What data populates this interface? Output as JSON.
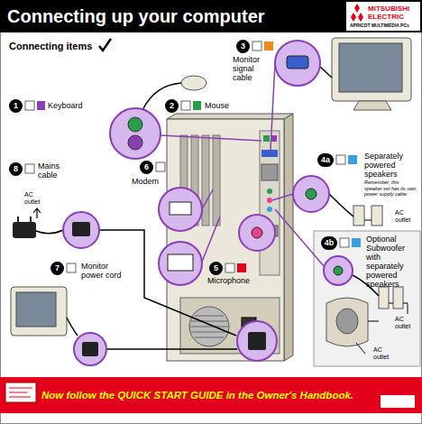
{
  "diagram": {
    "title": "Connecting up your computer",
    "caption": "Now follow the QUICK START GUIDE in the Owner's Handbook.",
    "labels": [
      "MITSUBISHI ELECTRIC",
      "APRICOT MULTIMEDIA PCs",
      "Connecting items",
      "3",
      "Monitor signal cable",
      "1",
      "Keyboard",
      "2",
      "Mouse",
      "4a",
      "Separately powered speakers",
      "Remember, this speaker set has its own power supply cable.",
      "AC outlet",
      "8",
      "Mains cable",
      "AC outlet",
      "6",
      "Modem",
      "4b",
      "Optional Subwoofer with separately powered speakers",
      "AC outlet",
      "5",
      "Microphone",
      "7",
      "Monitor power cord",
      "AC outlet"
    ]
  }
}
